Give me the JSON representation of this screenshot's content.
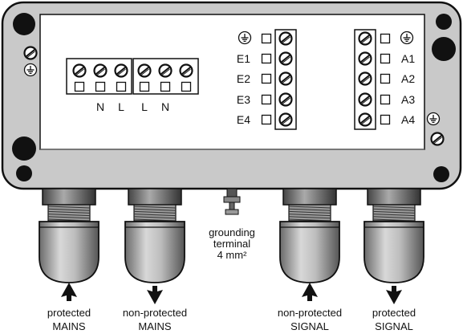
{
  "terminal_block_left": {
    "labels_left": [
      "N",
      "L"
    ],
    "labels_right": [
      "L",
      "N"
    ]
  },
  "signal_block_left": {
    "labels": [
      "E1",
      "E2",
      "E3",
      "E4"
    ]
  },
  "signal_block_right": {
    "labels": [
      "A1",
      "A2",
      "A3",
      "A4"
    ]
  },
  "grounding": {
    "line1": "grounding",
    "line2": "terminal",
    "line3": "4 mm²"
  },
  "glands": [
    {
      "line1": "protected",
      "line2": "MAINS",
      "direction": "up"
    },
    {
      "line1": "non-protected",
      "line2": "MAINS",
      "direction": "down"
    },
    {
      "line1": "non-protected",
      "line2": "SIGNAL",
      "direction": "up"
    },
    {
      "line1": "protected",
      "line2": "SIGNAL",
      "direction": "down"
    }
  ],
  "icons": {
    "ground": "ground-symbol",
    "screw": "screw-terminal",
    "arrow_up": "arrow-up",
    "arrow_down": "arrow-down"
  }
}
